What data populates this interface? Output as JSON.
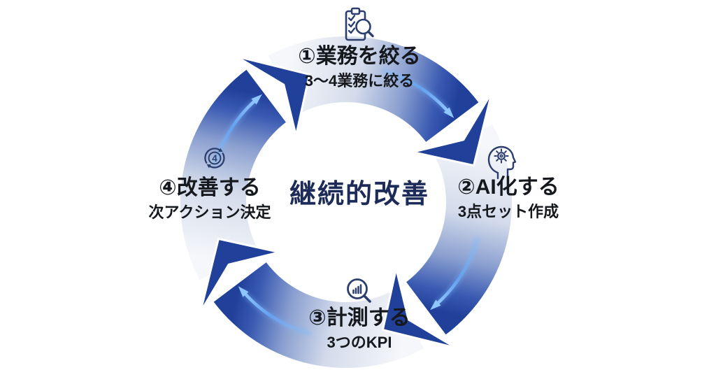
{
  "diagram": {
    "center_title": "継続的改善",
    "steps": [
      {
        "title": "①業務を絞る",
        "subtitle": "3〜4業務に絞る",
        "icon": "clipboard-checklist-magnifier-icon"
      },
      {
        "title": "②AI化する",
        "subtitle": "3点セット作成",
        "icon": "head-gear-icon"
      },
      {
        "title": "③計測する",
        "subtitle": "3つのKPI",
        "icon": "magnifier-bar-chart-icon"
      },
      {
        "title": "④改善する",
        "subtitle": "次アクション決定",
        "icon": "cycle-arrows-icon",
        "icon_number": "4"
      }
    ]
  },
  "colors": {
    "background": "#ffffff",
    "arrow_dark": "#20409a",
    "arrow_mid": "#3a5ab2",
    "arrow_light": "#f6f7fa",
    "glow_blue": "#7ab8f7",
    "glow_bright": "#8ec6ff",
    "icon_navy": "#2b3e6d",
    "step_text": "#15181c",
    "center_text": "#1c2b57"
  }
}
